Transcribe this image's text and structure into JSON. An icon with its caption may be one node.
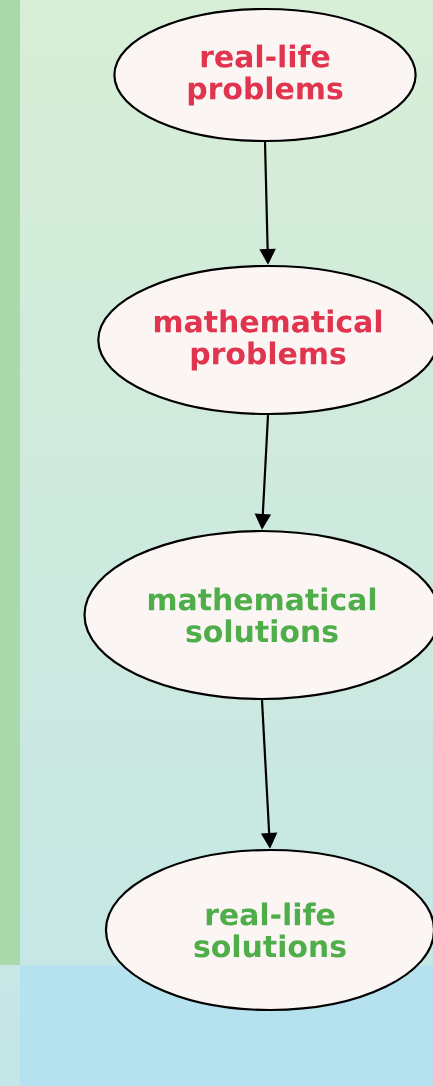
{
  "diagram": {
    "nodes": [
      {
        "text": [
          "real-life problems"
        ]
      },
      {
        "text": [
          "mathematical problems"
        ]
      },
      {
        "text": [
          "mathematical solutions"
        ]
      },
      {
        "text": [
          "real-life solutions"
        ]
      }
    ],
    "edges": [
      {
        "from": 0,
        "to": 1,
        "arrow": "to"
      },
      {
        "from": 1,
        "to": 2,
        "arrow": "to"
      },
      {
        "from": 2,
        "to": 3,
        "arrow": "to"
      }
    ]
  }
}
